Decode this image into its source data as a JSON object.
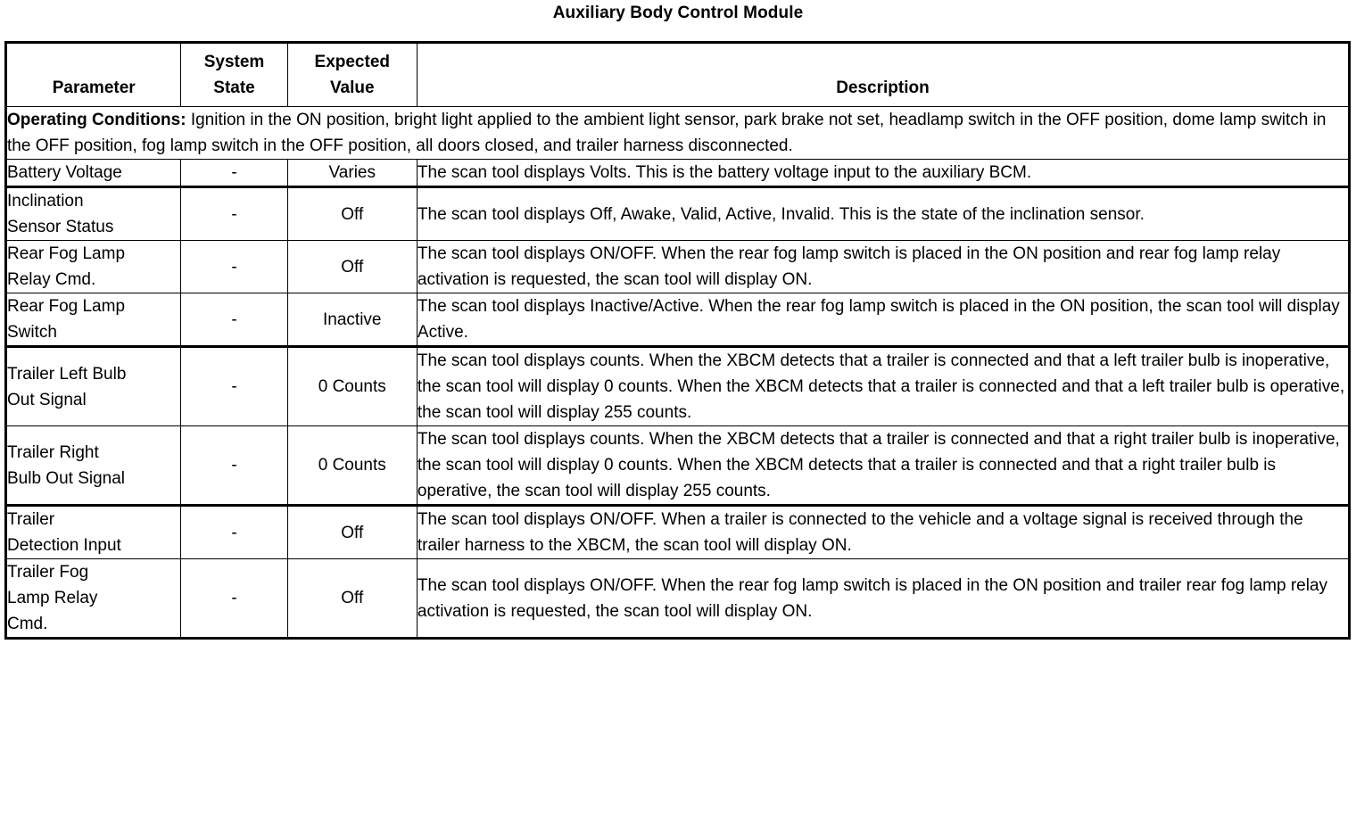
{
  "document": {
    "title": "Auxiliary Body Control Module"
  },
  "table": {
    "headers": {
      "parameter": "Parameter",
      "system_state": "System\nState",
      "expected_value": "Expected\nValue",
      "description": "Description"
    },
    "operating_conditions": {
      "label": "Operating Conditions:",
      "text": " Ignition in the ON position, bright light applied to the ambient light sensor, park brake not set, headlamp switch in the OFF position, dome lamp switch in the OFF position, fog lamp switch in the OFF position, all doors closed, and trailer harness disconnected."
    },
    "rows": [
      {
        "parameter": "Battery Voltage",
        "system_state": "-",
        "expected_value": "Varies",
        "description": "The scan tool displays Volts. This is the battery voltage input to the auxiliary BCM."
      },
      {
        "parameter": "Inclination\nSensor Status",
        "system_state": "-",
        "expected_value": "Off",
        "description": "The scan tool displays Off, Awake, Valid, Active, Invalid. This is the state of the inclination sensor."
      },
      {
        "parameter": "Rear Fog Lamp\nRelay Cmd.",
        "system_state": "-",
        "expected_value": "Off",
        "description": "The scan tool displays ON/OFF. When the rear fog lamp switch is placed in the ON position and rear fog lamp relay activation is requested, the scan tool will display ON."
      },
      {
        "parameter": "Rear Fog Lamp\nSwitch",
        "system_state": "-",
        "expected_value": "Inactive",
        "description": "The scan tool displays Inactive/Active. When the rear fog lamp switch is placed in the ON position, the scan tool will display Active."
      },
      {
        "parameter": "Trailer Left Bulb\nOut Signal",
        "system_state": "-",
        "expected_value": "0 Counts",
        "description": "The scan tool displays counts. When the XBCM detects that a trailer is connected and that a left trailer bulb is inoperative, the scan tool will display 0 counts. When the XBCM detects that a trailer is connected and that a left trailer bulb is operative, the scan tool will display 255 counts."
      },
      {
        "parameter": "Trailer Right\nBulb Out Signal",
        "system_state": "-",
        "expected_value": "0 Counts",
        "description": "The scan tool displays counts. When the XBCM detects that a trailer is connected and that a right trailer bulb is inoperative, the scan tool will display 0 counts. When the XBCM detects that a trailer is connected and that a right trailer bulb is operative, the scan tool will display 255 counts."
      },
      {
        "parameter": "Trailer\nDetection Input",
        "system_state": "-",
        "expected_value": "Off",
        "description": "The scan tool displays ON/OFF. When a trailer is connected to the vehicle and a voltage signal is received through the trailer harness to the XBCM, the scan tool will display ON."
      },
      {
        "parameter": "Trailer Fog\nLamp Relay\nCmd.",
        "system_state": "-",
        "expected_value": "Off",
        "description": "The scan tool displays ON/OFF. When the rear fog lamp switch is placed in the ON position and trailer rear fog lamp relay activation is requested, the scan tool will display ON."
      }
    ]
  }
}
